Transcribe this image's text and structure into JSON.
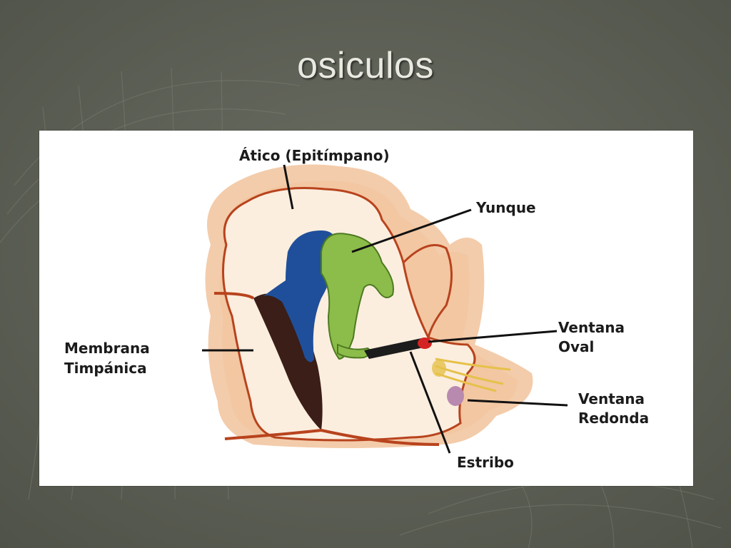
{
  "slide": {
    "title": "osiculos"
  },
  "theme": {
    "background": "#6b6e63",
    "background_dark": "#4f5248",
    "title_color": "#e9e9e2",
    "title_shadow": "#2e302a",
    "figure_background": "#ffffff"
  },
  "diagram": {
    "labels": {
      "attic": "Ático (Epitímpano)",
      "incus": "Yunque",
      "oval_window_1": "Ventana",
      "oval_window_2": "Oval",
      "eardrum_1": "Membrana",
      "eardrum_2": "Timpánica",
      "round_window_1": "Ventana",
      "round_window_2": "Redonda",
      "stapes": "Estribo"
    },
    "colors": {
      "tissue_halo": "#f1c39c",
      "tissue_outline": "#b8431d",
      "cavity_fill": "#fbeedf",
      "malleus": "#1f4f9a",
      "incus": "#8cbd4a",
      "incus_outline": "#4d7a20",
      "eardrum": "#3a1e17",
      "stapes": "#1c1c1c",
      "oval_window": "#d42323",
      "round_window": "#b98ab0",
      "nerve_yellow": "#e6c14a",
      "leader_line": "#111111"
    }
  }
}
